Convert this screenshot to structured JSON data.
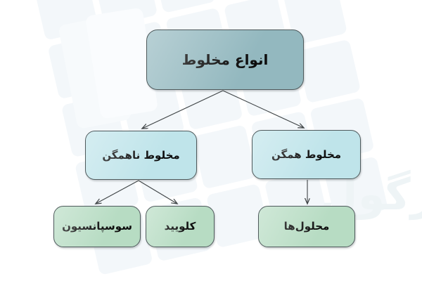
{
  "diagram": {
    "title": "انواع مخلوط",
    "language": "fa",
    "direction": "rtl",
    "type": "hierarchy-tree",
    "colors": {
      "root_fill": "#93b8bf",
      "mid_fill": "#bfe4ea",
      "leaf_fill": "#b7dcc3",
      "node_border": "#4f5a5c",
      "connector": "#3f4446",
      "text": "#0d0d0d",
      "background": "#ffffff",
      "watermark": "#f3f7fa"
    },
    "watermark_text": "ویرگول"
  },
  "nodes": {
    "root": {
      "label": "انواع مخلوط",
      "level": "root"
    },
    "heterogeneous": {
      "label": "مخلوط ناهمگن",
      "level": "mid"
    },
    "homogeneous": {
      "label": "مخلوط همگن",
      "level": "mid"
    },
    "suspension": {
      "label": "سوسپانسیون",
      "level": "leaf"
    },
    "colloid": {
      "label": "کلویید",
      "level": "leaf"
    },
    "solutions": {
      "label": "محلول‌ها",
      "level": "leaf"
    }
  },
  "edges": [
    {
      "from": "root",
      "to": "heterogeneous",
      "style": "arrow"
    },
    {
      "from": "root",
      "to": "homogeneous",
      "style": "arrow"
    },
    {
      "from": "heterogeneous",
      "to": "suspension",
      "style": "arrow"
    },
    {
      "from": "heterogeneous",
      "to": "colloid",
      "style": "arrow"
    },
    {
      "from": "homogeneous",
      "to": "solutions",
      "style": "arrow"
    }
  ]
}
